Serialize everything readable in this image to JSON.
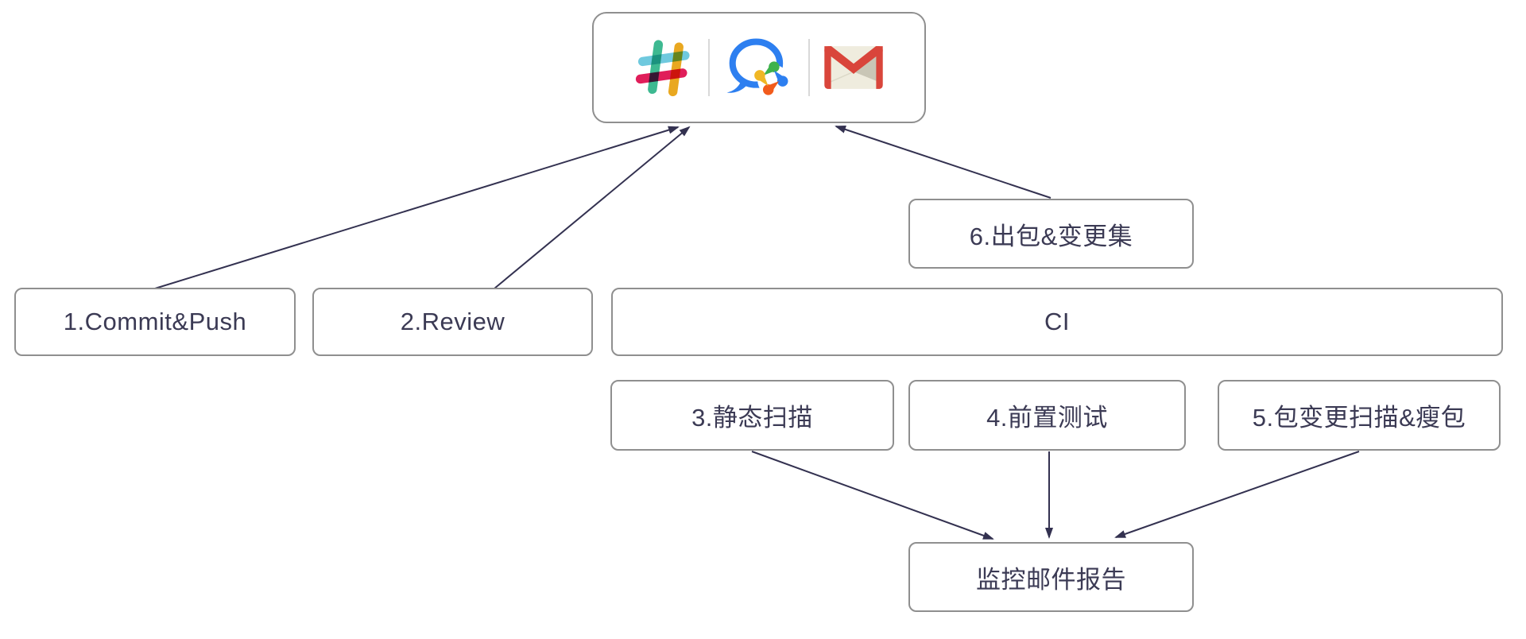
{
  "diagram": {
    "integrations": {
      "icons": [
        "slack-icon",
        "wechat-work-icon",
        "gmail-icon"
      ]
    },
    "nodes": [
      {
        "id": "commit-push",
        "label": "1.Commit&Push"
      },
      {
        "id": "review",
        "label": "2.Review"
      },
      {
        "id": "ci",
        "label": "CI"
      },
      {
        "id": "package-changeset",
        "label": "6.出包&变更集"
      },
      {
        "id": "static-scan",
        "label": "3.静态扫描"
      },
      {
        "id": "pre-test",
        "label": "4.前置测试"
      },
      {
        "id": "pkg-change-scan",
        "label": "5.包变更扫描&瘦包"
      },
      {
        "id": "monitor-mail-report",
        "label": "监控邮件报告"
      }
    ],
    "edges": [
      {
        "from": "commit-push",
        "to": "integrations-box"
      },
      {
        "from": "review",
        "to": "integrations-box"
      },
      {
        "from": "package-changeset",
        "to": "integrations-box"
      },
      {
        "from": "static-scan",
        "to": "monitor-mail-report"
      },
      {
        "from": "pre-test",
        "to": "monitor-mail-report"
      },
      {
        "from": "pkg-change-scan",
        "to": "monitor-mail-report"
      }
    ],
    "colors": {
      "node_border": "#8F8F8F",
      "node_text": "#3B3A54",
      "arrow": "#333150",
      "divider": "#D9D9D9",
      "slack_green": "#3EB991",
      "slack_yellow": "#E9A820",
      "slack_blue": "#6FC9DE",
      "slack_pink": "#E01E5A",
      "wechat_blue": "#2D7FF0",
      "wechat_green": "#3EB24C",
      "wechat_yellow": "#F0B725",
      "wechat_orange": "#F25B1C",
      "gmail_red": "#D9453B",
      "gmail_cream": "#EFECDE",
      "gmail_fold": "#C9C6B6"
    }
  }
}
